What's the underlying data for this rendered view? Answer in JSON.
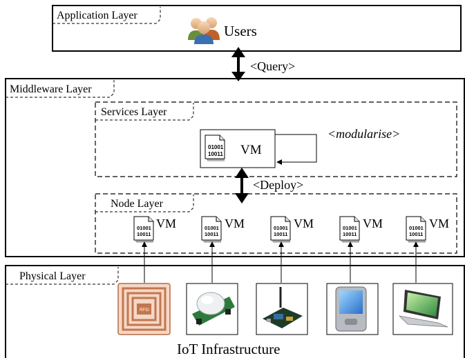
{
  "application_layer": {
    "label": "Application Layer",
    "users_label": "Users"
  },
  "query_label": "<Query>",
  "middleware_layer": {
    "label": "Middleware Layer"
  },
  "services_layer": {
    "label": "Services Layer",
    "vm_label": "VM",
    "vm_code": [
      "01001",
      "10011"
    ],
    "modularise_label": "<modularise>"
  },
  "deploy_label": "<Deploy>",
  "node_layer": {
    "label": "Node Layer",
    "nodes": [
      {
        "vm_label": "VM",
        "code": [
          "01001",
          "10011"
        ]
      },
      {
        "vm_label": "VM",
        "code": [
          "01001",
          "10011"
        ]
      },
      {
        "vm_label": "VM",
        "code": [
          "01001",
          "10011"
        ]
      },
      {
        "vm_label": "VM",
        "code": [
          "01001",
          "10011"
        ]
      },
      {
        "vm_label": "VM",
        "code": [
          "01001",
          "10011"
        ]
      }
    ]
  },
  "physical_layer": {
    "label": "Physical Layer",
    "devices": [
      {
        "icon": "rfid-tag-icon",
        "rfid_text": "RFID"
      },
      {
        "icon": "pir-sensor-icon"
      },
      {
        "icon": "wireless-board-icon"
      },
      {
        "icon": "pda-icon"
      },
      {
        "icon": "laptop-icon"
      }
    ],
    "infrastructure_label": "IoT Infrastructure"
  }
}
